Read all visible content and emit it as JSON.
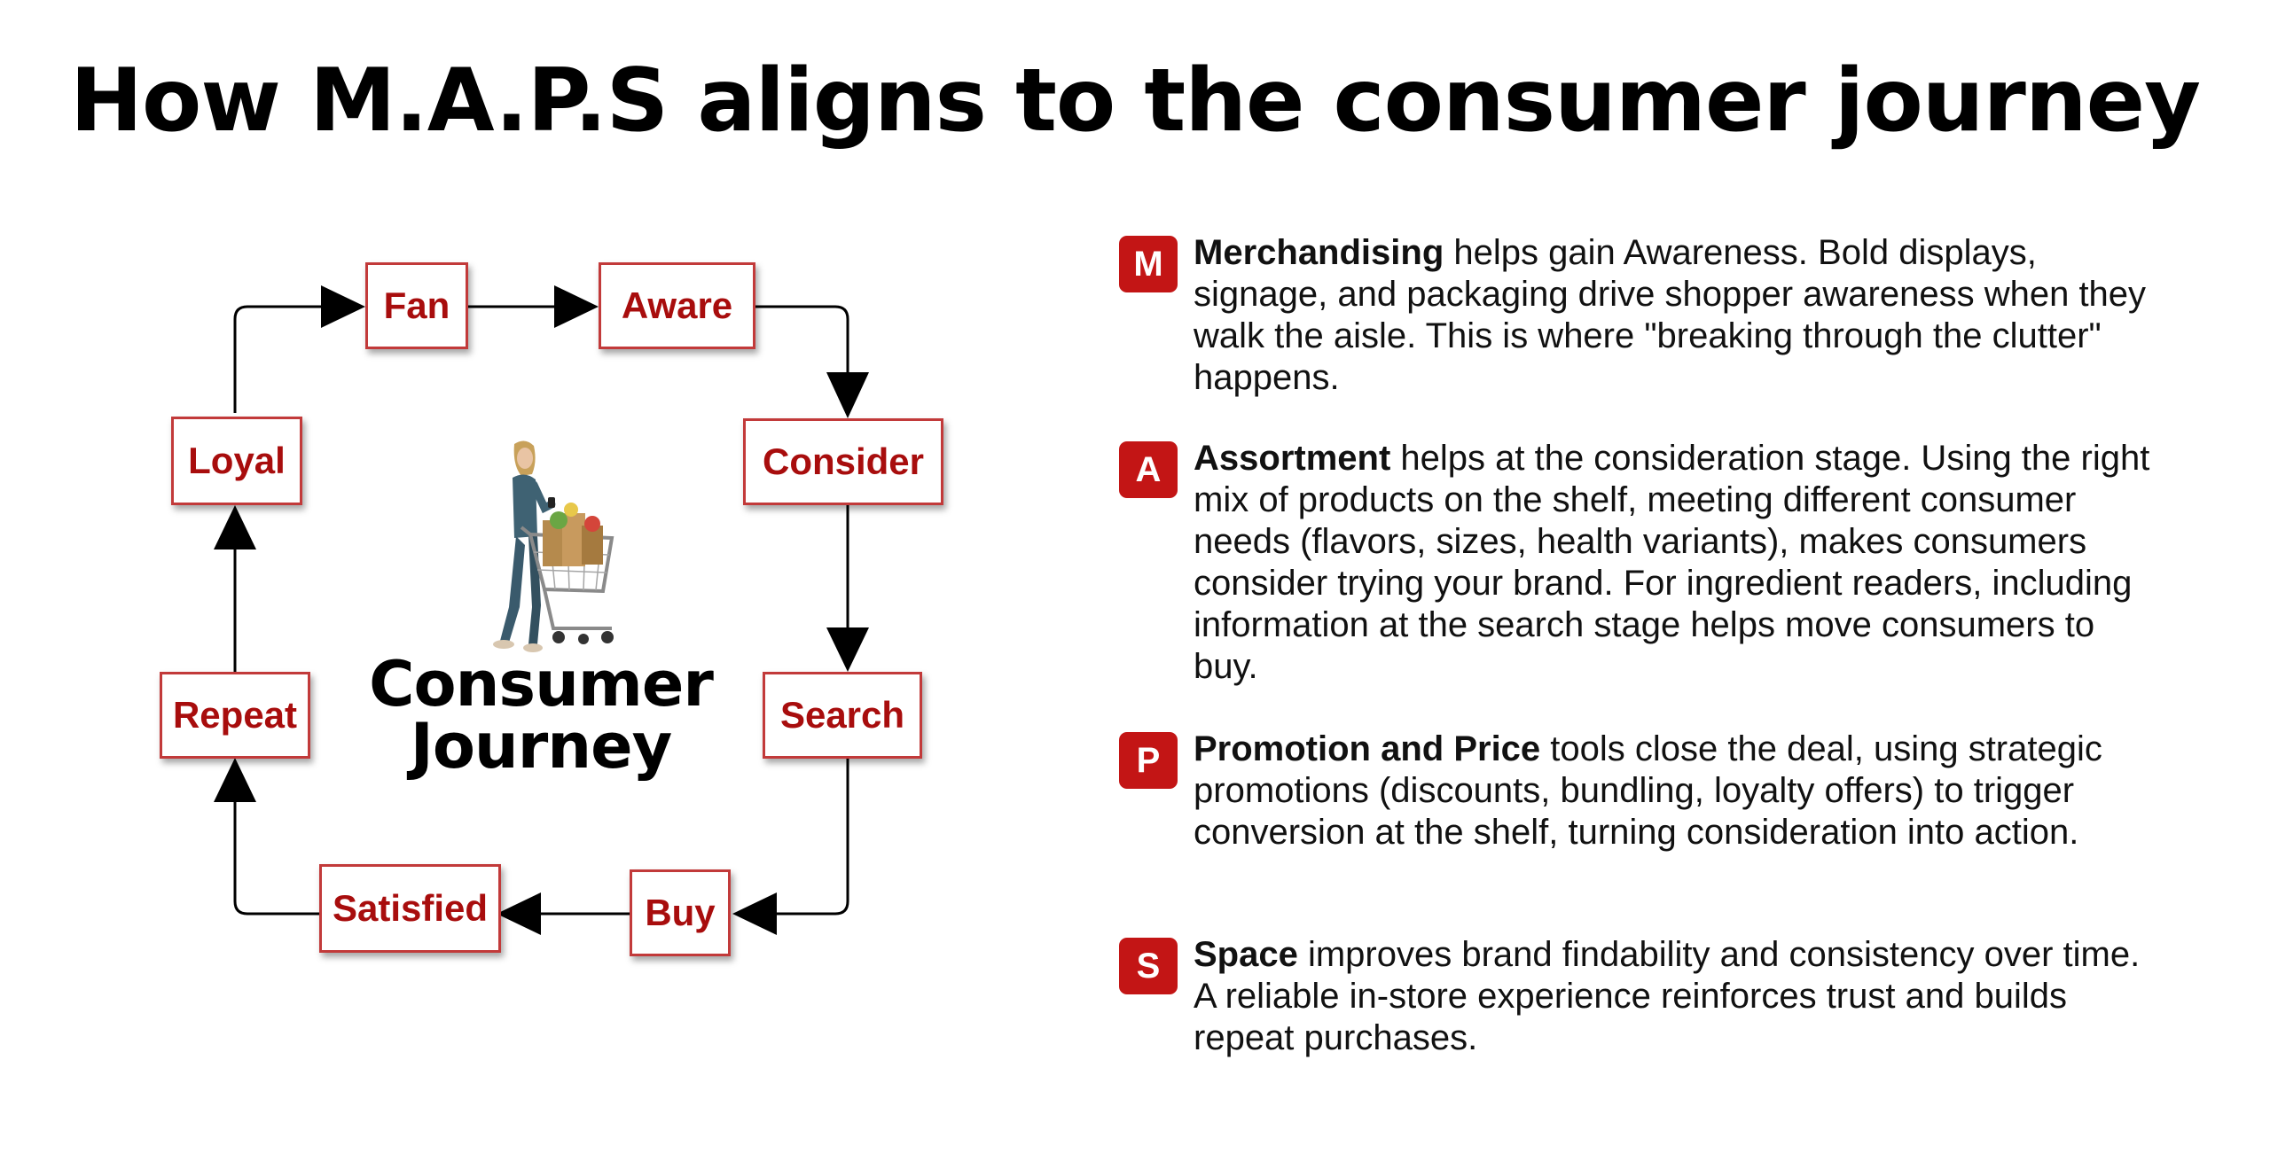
{
  "title": "How M.A.P.S aligns to the consumer journey",
  "journey": {
    "center_label_line1": "Consumer",
    "center_label_line2": "Journey",
    "stages": {
      "fan": "Fan",
      "aware": "Aware",
      "consider": "Consider",
      "search": "Search",
      "buy": "Buy",
      "satisfied": "Satisfied",
      "repeat": "Repeat",
      "loyal": "Loyal"
    },
    "colors": {
      "stage_text": "#a80d0d",
      "stage_border": "#c23a3a",
      "arrow": "#000000"
    }
  },
  "maps": [
    {
      "letter": "M",
      "heading": "Merchandising",
      "text": " helps gain Awareness. Bold displays, signage, and packaging drive shopper awareness when they walk the aisle. This is where \"breaking through the clutter\" happens."
    },
    {
      "letter": "A",
      "heading": "Assortment",
      "text": " helps at the consideration stage. Using the right mix of products on the shelf, meeting different consumer needs (flavors, sizes, health variants), makes consumers consider trying your brand. For ingredient readers, including information at the search stage helps move consumers to buy."
    },
    {
      "letter": "P",
      "heading": "Promotion and Price",
      "text": " tools close the deal, using strategic promotions (discounts, bundling, loyalty offers) to trigger conversion at the shelf, turning consideration into action."
    },
    {
      "letter": "S",
      "heading": "Space",
      "text": " improves brand findability and consistency over time. A reliable in-store experience reinforces trust and builds repeat purchases."
    }
  ],
  "badge_color": "#c31515"
}
